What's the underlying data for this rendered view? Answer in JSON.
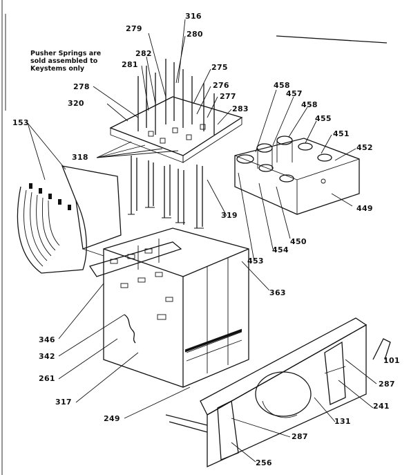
{
  "note": {
    "lines": [
      "Pusher Springs are",
      "sold assembled to",
      "Keystems only"
    ]
  },
  "callouts": {
    "c316": "316",
    "c279": "279",
    "c280": "280",
    "c282": "282",
    "c281": "281",
    "c275": "275",
    "c278": "278",
    "c276": "276",
    "c277": "277",
    "c320": "320",
    "c283": "283",
    "c153": "153",
    "c318": "318",
    "c319": "319",
    "c458a": "458",
    "c457": "457",
    "c458b": "458",
    "c455": "455",
    "c451": "451",
    "c452": "452",
    "c449": "449",
    "c450": "450",
    "c454": "454",
    "c453": "453",
    "c363": "363",
    "c346": "346",
    "c342": "342",
    "c261": "261",
    "c317": "317",
    "c249": "249",
    "c101": "101",
    "c287a": "287",
    "c241": "241",
    "c131": "131",
    "c287b": "287",
    "c256": "256"
  }
}
